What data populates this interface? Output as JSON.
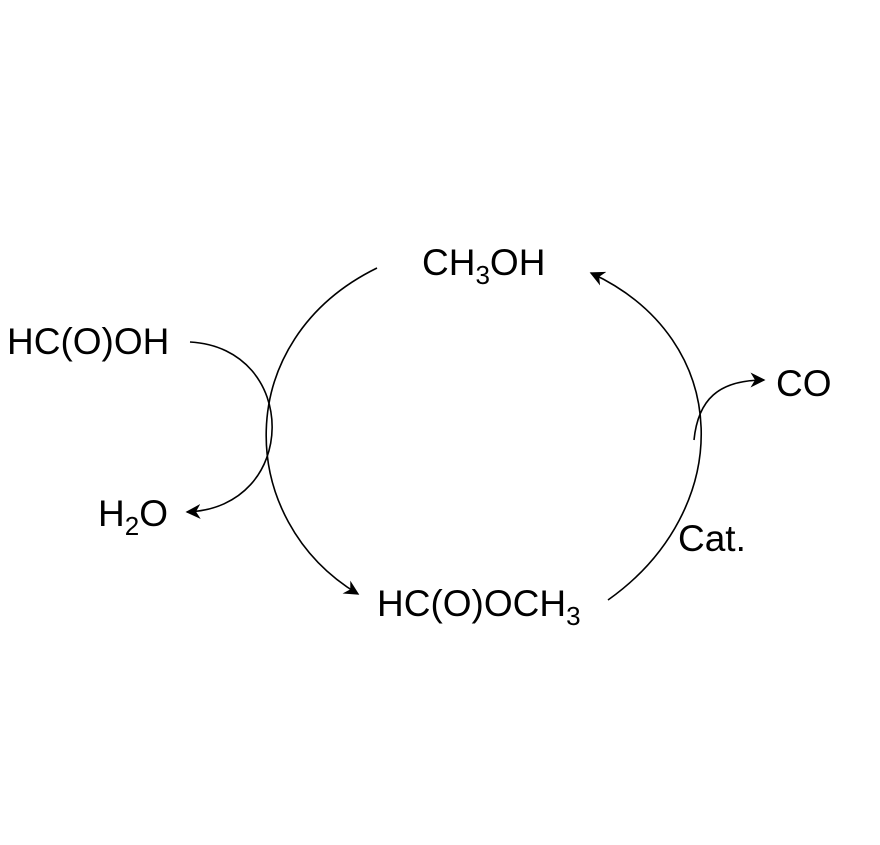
{
  "species": {
    "methanol": {
      "pre": "CH",
      "sub": "3",
      "post": "OH"
    },
    "formic_acid": {
      "text": "HC(O)OH"
    },
    "water": {
      "pre": "H",
      "sub": "2",
      "post": "O"
    },
    "carbon_monoxide": {
      "text": "CO"
    },
    "methyl_formate": {
      "pre": "HC(O)OCH",
      "sub": "3"
    }
  },
  "catalyst_label": "Cat.",
  "colors": {
    "ink": "#000000",
    "background": "#ffffff"
  }
}
